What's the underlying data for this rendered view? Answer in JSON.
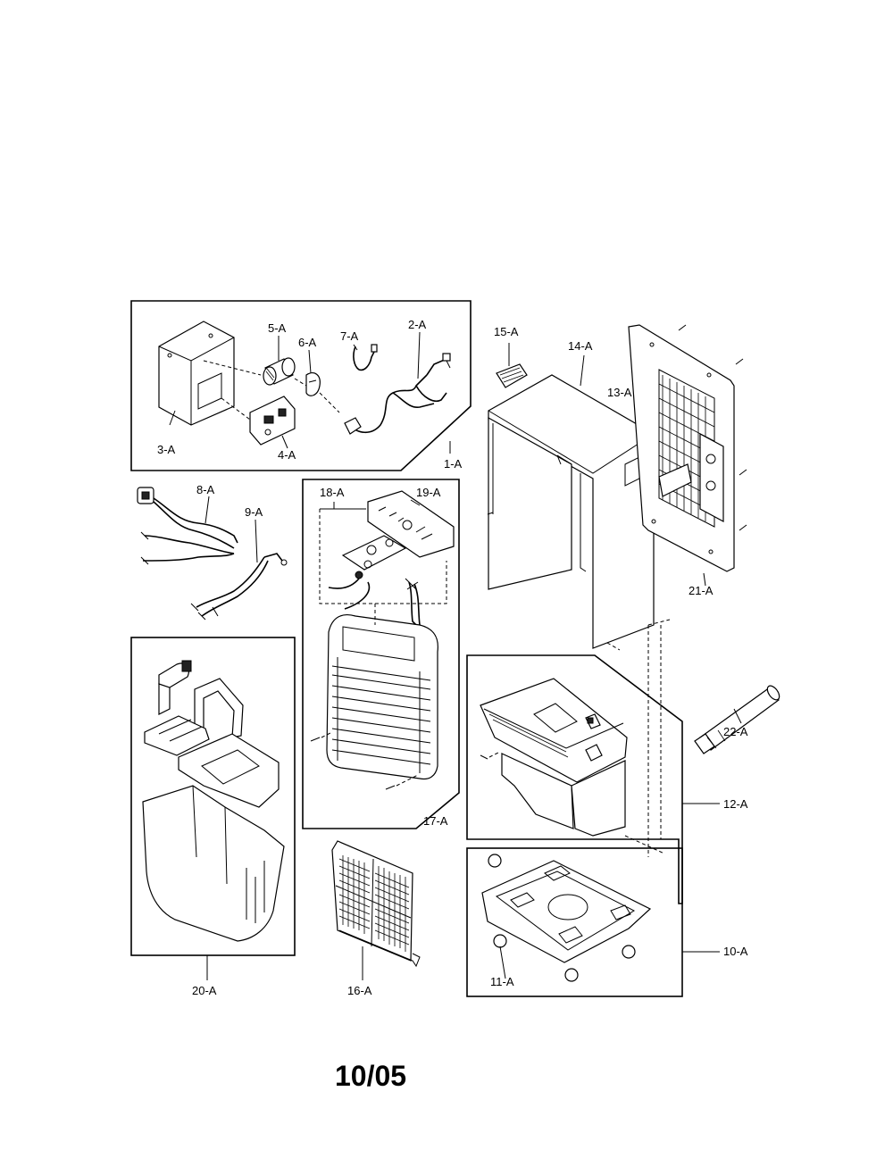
{
  "parts": {
    "p1": "1-A",
    "p2": "2-A",
    "p3": "3-A",
    "p4": "4-A",
    "p5": "5-A",
    "p6": "6-A",
    "p7": "7-A",
    "p8": "8-A",
    "p9": "9-A",
    "p10": "10-A",
    "p11": "11-A",
    "p12": "12-A",
    "p13": "13-A",
    "p14": "14-A",
    "p15": "15-A",
    "p16": "16-A",
    "p17": "17-A",
    "p18": "18-A",
    "p19": "19-A",
    "p20": "20-A",
    "p21": "21-A",
    "p22": "22-A"
  },
  "footer": {
    "code": "10/05"
  }
}
